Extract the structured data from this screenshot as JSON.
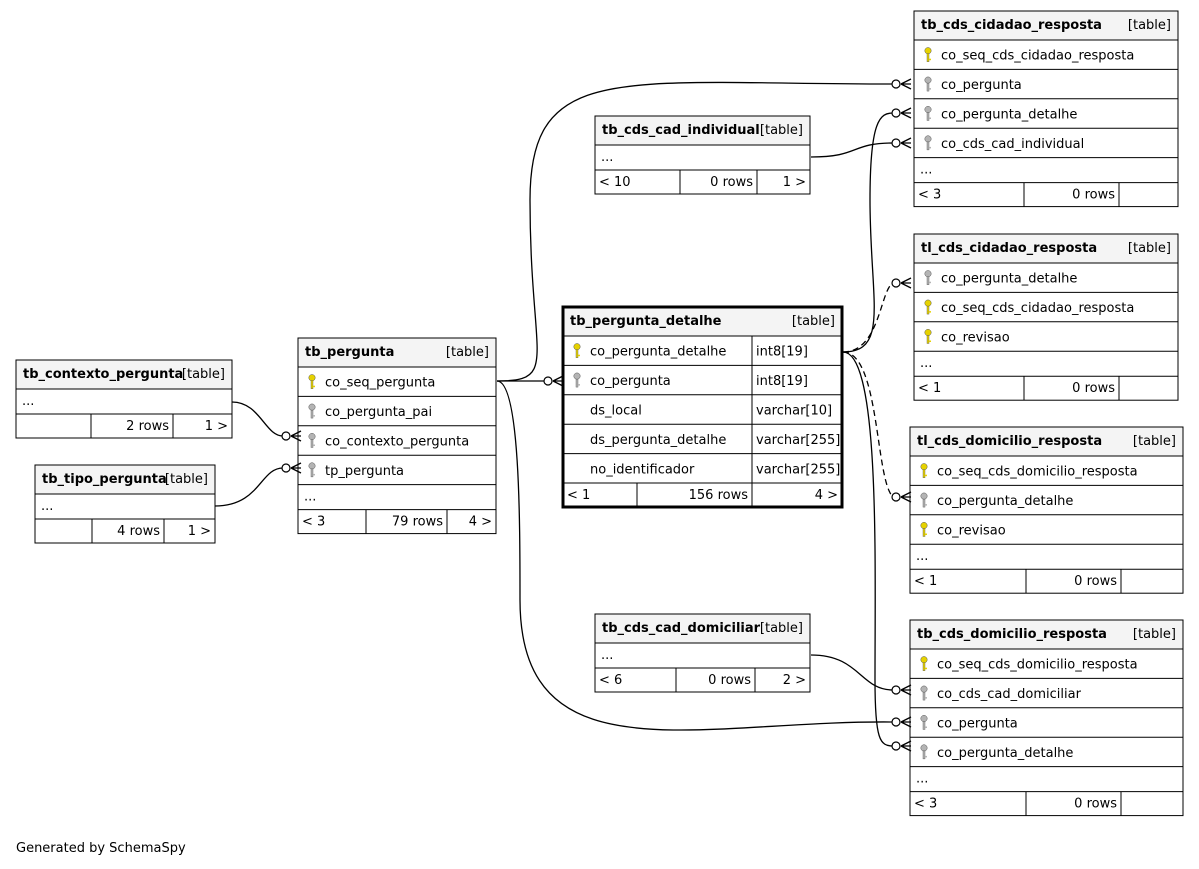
{
  "footer": "Generated by SchemaSpy",
  "tables": [
    {
      "id": "tb_cds_cidadao_resposta",
      "name": "tb_cds_cidadao_resposta",
      "kind": "[table]",
      "focus": false,
      "columns": [
        {
          "name": "co_seq_cds_cidadao_resposta",
          "key": "pk"
        },
        {
          "name": "co_pergunta",
          "key": "fk"
        },
        {
          "name": "co_pergunta_detalhe",
          "key": "fk"
        },
        {
          "name": "co_cds_cad_individual",
          "key": "fk"
        }
      ],
      "ellipsis": "...",
      "footer": [
        "< 3",
        "0 rows",
        ""
      ]
    },
    {
      "id": "tb_cds_cad_individual",
      "name": "tb_cds_cad_individual",
      "kind": "[table]",
      "focus": false,
      "columns": [],
      "ellipsis": "...",
      "footer": [
        "< 10",
        "0 rows",
        "1 >"
      ]
    },
    {
      "id": "tl_cds_cidadao_resposta",
      "name": "tl_cds_cidadao_resposta",
      "kind": "[table]",
      "focus": false,
      "columns": [
        {
          "name": "co_pergunta_detalhe",
          "key": "fk"
        },
        {
          "name": "co_seq_cds_cidadao_resposta",
          "key": "pk"
        },
        {
          "name": "co_revisao",
          "key": "pk"
        }
      ],
      "ellipsis": "...",
      "footer": [
        "< 1",
        "0 rows",
        ""
      ]
    },
    {
      "id": "tb_pergunta_detalhe",
      "name": "tb_pergunta_detalhe",
      "kind": "[table]",
      "focus": true,
      "columns": [
        {
          "name": "co_pergunta_detalhe",
          "key": "pk",
          "type": "int8[19]"
        },
        {
          "name": "co_pergunta",
          "key": "fk",
          "type": "int8[19]"
        },
        {
          "name": "ds_local",
          "key": "",
          "type": "varchar[10]"
        },
        {
          "name": "ds_pergunta_detalhe",
          "key": "",
          "type": "varchar[255]"
        },
        {
          "name": "no_identificador",
          "key": "",
          "type": "varchar[255]"
        }
      ],
      "ellipsis": "",
      "footer": [
        "< 1",
        "156 rows",
        "4 >"
      ]
    },
    {
      "id": "tb_pergunta",
      "name": "tb_pergunta",
      "kind": "[table]",
      "focus": false,
      "columns": [
        {
          "name": "co_seq_pergunta",
          "key": "pk"
        },
        {
          "name": "co_pergunta_pai",
          "key": "fk"
        },
        {
          "name": "co_contexto_pergunta",
          "key": "fk"
        },
        {
          "name": "tp_pergunta",
          "key": "fk"
        }
      ],
      "ellipsis": "...",
      "footer": [
        "< 3",
        "79 rows",
        "4 >"
      ]
    },
    {
      "id": "tb_contexto_pergunta",
      "name": "tb_contexto_pergunta",
      "kind": "[table]",
      "focus": false,
      "columns": [],
      "ellipsis": "...",
      "footer": [
        "",
        "2 rows",
        "1 >"
      ]
    },
    {
      "id": "tb_tipo_pergunta",
      "name": "tb_tipo_pergunta",
      "kind": "[table]",
      "focus": false,
      "columns": [],
      "ellipsis": "...",
      "footer": [
        "",
        "4 rows",
        "1 >"
      ]
    },
    {
      "id": "tl_cds_domicilio_resposta",
      "name": "tl_cds_domicilio_resposta",
      "kind": "[table]",
      "focus": false,
      "columns": [
        {
          "name": "co_seq_cds_domicilio_resposta",
          "key": "pk"
        },
        {
          "name": "co_pergunta_detalhe",
          "key": "fk"
        },
        {
          "name": "co_revisao",
          "key": "pk"
        }
      ],
      "ellipsis": "...",
      "footer": [
        "< 1",
        "0 rows",
        ""
      ]
    },
    {
      "id": "tb_cds_cad_domiciliar",
      "name": "tb_cds_cad_domiciliar",
      "kind": "[table]",
      "focus": false,
      "columns": [],
      "ellipsis": "...",
      "footer": [
        "< 6",
        "0 rows",
        "2 >"
      ]
    },
    {
      "id": "tb_cds_domicilio_resposta",
      "name": "tb_cds_domicilio_resposta",
      "kind": "[table]",
      "focus": false,
      "columns": [
        {
          "name": "co_seq_cds_domicilio_resposta",
          "key": "pk"
        },
        {
          "name": "co_cds_cad_domiciliar",
          "key": "fk"
        },
        {
          "name": "co_pergunta",
          "key": "fk"
        },
        {
          "name": "co_pergunta_detalhe",
          "key": "fk"
        }
      ],
      "ellipsis": "...",
      "footer": [
        "< 3",
        "0 rows",
        ""
      ]
    }
  ],
  "colors": {
    "pk_key": "#e6d200",
    "fk_key": "#b4b4b4",
    "header_bg": "#f4f4f4",
    "line": "#000000"
  }
}
